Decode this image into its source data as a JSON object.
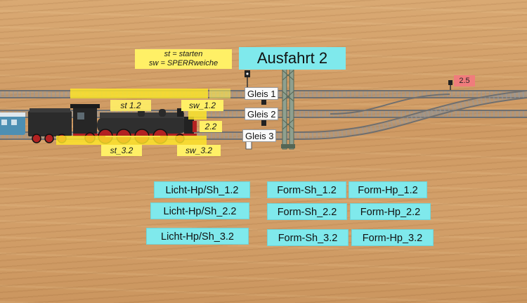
{
  "legend": {
    "line1": "st = starten",
    "line2": "sw = SPERRweiche"
  },
  "title": "Ausfahrt 2",
  "track_labels": {
    "st_1": "st  1.2",
    "sw_1": "sw_1.2",
    "sw_2": "2.2",
    "st_3": "st_3.2",
    "sw_3": "sw_3.2"
  },
  "gleis": [
    "Gleis 1",
    "Gleis 2",
    "Gleis 3"
  ],
  "distant_marker": "2.5",
  "buttons": {
    "licht": [
      "Licht-Hp/Sh_1.2",
      "Licht-Hp/Sh_2.2",
      "Licht-Hp/Sh_3.2"
    ],
    "form_sh": [
      "Form-Sh_1.2",
      "Form-Sh_2.2",
      "Form-Sh_3.2"
    ],
    "form_hp": [
      "Form-Hp_1.2",
      "Form-Hp_2.2",
      "Form-Hp_3.2"
    ]
  },
  "colors": {
    "label_yellow": "#fff066",
    "button_cyan": "#7fe9ec",
    "marker_red": "#f07c7c",
    "locomotive": "#2b2b2b",
    "wheels_red": "#b22222"
  }
}
